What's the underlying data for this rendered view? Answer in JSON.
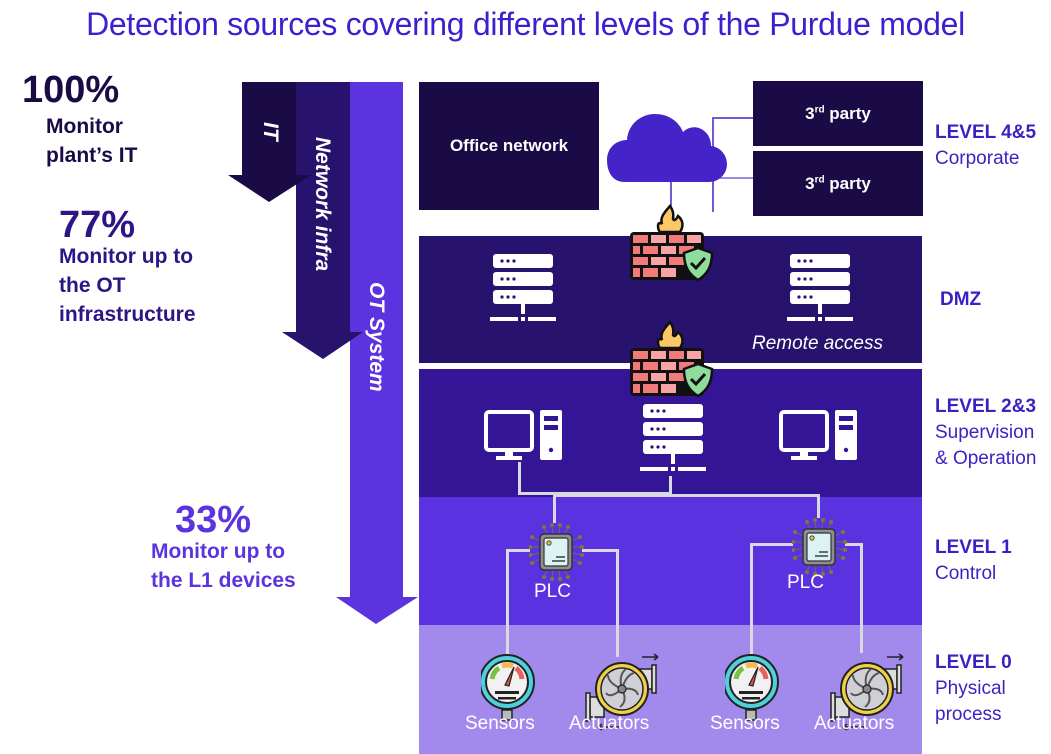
{
  "title": "Detection sources covering different levels of the Purdue model",
  "stats": [
    {
      "percent": "100%",
      "desc_lines": [
        "Monitor",
        "plant’s IT"
      ],
      "color": "#1a0b47"
    },
    {
      "percent": "77%",
      "desc_lines": [
        "Monitor up to",
        "the OT",
        "infrastructure"
      ],
      "color": "#2d1585"
    },
    {
      "percent": "33%",
      "desc_lines": [
        "Monitor up to",
        "the L1 devices"
      ],
      "color": "#5b34e0"
    }
  ],
  "arrows": [
    {
      "label": "IT",
      "color": "#1a0b47"
    },
    {
      "label": "Network infra",
      "color": "#27126e"
    },
    {
      "label": "OT System",
      "color": "#5b34e0"
    }
  ],
  "colors": {
    "corporate_box": "#1a0b47",
    "cloud": "#4424c8",
    "dmz_band": "#27126e",
    "level23_band": "#331596",
    "level1_band": "#5a32e0",
    "level0_band": "#a18aec",
    "level_text": "#3d1fc4"
  },
  "corporate": {
    "office_network": "Office network",
    "third_party": [
      {
        "base": "3",
        "sup": "rd",
        "text": " party"
      },
      {
        "base": "3",
        "sup": "rd",
        "text": " party"
      }
    ]
  },
  "dmz": {
    "remote_access": "Remote access"
  },
  "level1": {
    "plc_labels": [
      "PLC",
      "PLC"
    ]
  },
  "level0": {
    "device_labels": [
      "Sensors",
      "Actuators",
      "Sensors",
      "Actuators"
    ]
  },
  "levels": [
    {
      "name": "LEVEL 4&5",
      "desc_lines": [
        "Corporate"
      ]
    },
    {
      "name": "DMZ",
      "desc_lines": []
    },
    {
      "name": "LEVEL 2&3",
      "desc_lines": [
        "Supervision",
        "& Operation"
      ]
    },
    {
      "name": "LEVEL 1",
      "desc_lines": [
        "Control"
      ]
    },
    {
      "name": "LEVEL 0",
      "desc_lines": [
        "Physical",
        "process"
      ]
    }
  ]
}
